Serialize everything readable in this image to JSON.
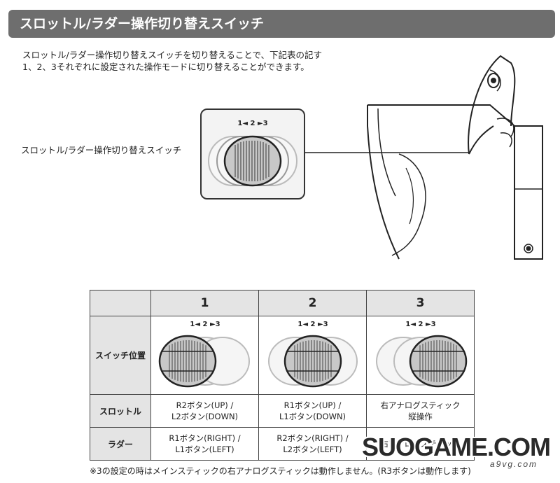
{
  "header": {
    "title": "スロットル/ラダー操作切り替えスイッチ"
  },
  "intro": {
    "line1": "スロットル/ラダー操作切り替えスイッチを切り替えることで、下記表の記す",
    "line2": "1、2、3それぞれに設定された操作モードに切り替えることができます。"
  },
  "callout": {
    "label": "スロットル/ラダー操作切り替えスイッチ",
    "indicator": "1◄ 2 ►3"
  },
  "table": {
    "columns": [
      "1",
      "2",
      "3"
    ],
    "indicator": "1◄ 2 ►3",
    "rows": {
      "switch_label": "スイッチ位置",
      "throttle_label": "スロットル",
      "rudder_label": "ラダー"
    },
    "throttle": [
      {
        "l1": "R2ボタン(UP) /",
        "l2": "L2ボタン(DOWN)"
      },
      {
        "l1": "R1ボタン(UP) /",
        "l2": "L1ボタン(DOWN)"
      },
      {
        "l1": "右アナログスティック",
        "l2": "縦操作"
      }
    ],
    "rudder": [
      {
        "l1": "R1ボタン(RIGHT) /",
        "l2": "L1ボタン(LEFT)"
      },
      {
        "l1": "R2ボタン(RIGHT) /",
        "l2": "L2ボタン(LEFT)"
      },
      {
        "l1": "右アナログスティック",
        "l2": ""
      }
    ],
    "switch_positions": [
      1,
      2,
      3
    ]
  },
  "footnote": "※3の設定の時はメインスティックの右アナログスティックは動作しません。(R3ボタンは動作します)",
  "watermark": {
    "main": "SUOGAME.COM",
    "sub": "a9vg.com"
  },
  "colors": {
    "header_bg": "#6e6e6e",
    "table_head_bg": "#e4e4e4",
    "knob_fill": "#c8c8c8"
  }
}
